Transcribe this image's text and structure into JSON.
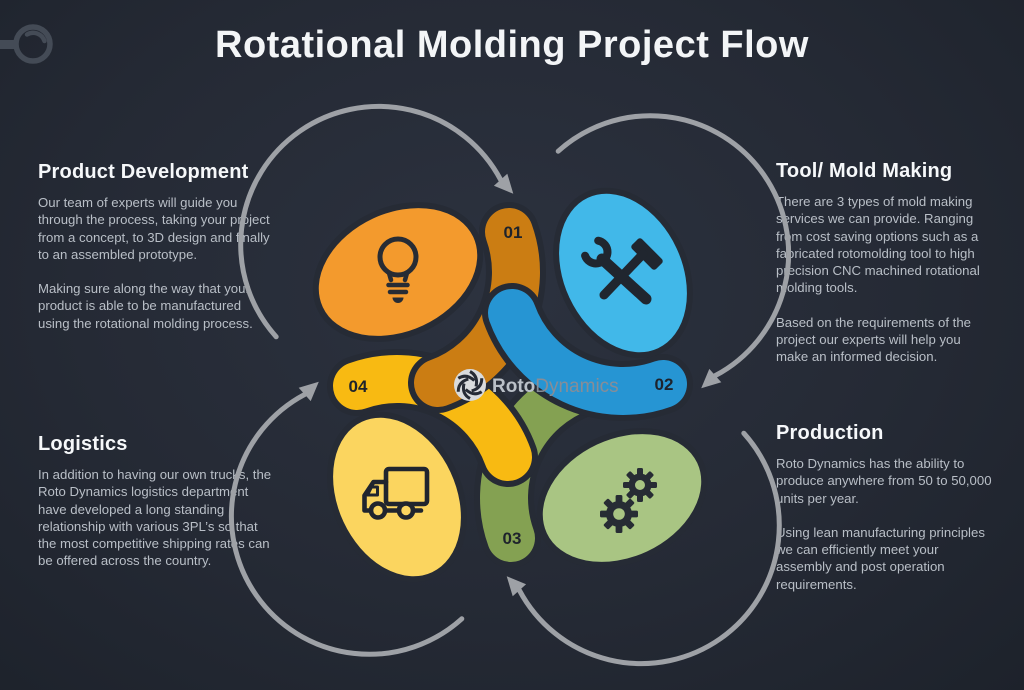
{
  "title": "Rotational Molding Project Flow",
  "brand": {
    "center_logo": {
      "bold": "Roto",
      "light": "Dynamics"
    }
  },
  "sections": {
    "product_development": {
      "heading": "Product Development",
      "paragraphs": [
        "Our team of experts will guide you through the process, taking your project from a concept, to 3D design and finally to an assembled prototype.",
        "Making sure along the way that your product is able to be manufactured using the rotational molding process."
      ]
    },
    "tool_mold_making": {
      "heading": "Tool/ Mold Making",
      "paragraphs": [
        "There are 3 types of mold making services we can provide. Ranging from cost saving options such as a fabricated rotomolding tool to high precision CNC machined rotational molding tools.",
        "Based on the requirements of the project our experts will help you make an informed decision."
      ]
    },
    "production": {
      "heading": "Production",
      "paragraphs": [
        "Roto Dynamics has the ability to produce anywhere from 50 to 50,000 units per year.",
        "Using lean manufacturing principles we can efficiently meet your assembly and post operation requirements."
      ]
    },
    "logistics": {
      "heading": "Logistics",
      "paragraphs": [
        "In addition to having our own trucks, the Roto Dynamics logistics department have developed a long standing relationship with various 3PL’s so that the most competitive shipping rates can be offered across the country."
      ]
    }
  },
  "diagram": {
    "flow_direction": "clockwise",
    "arrow_color": "#9ea1a6",
    "number_color": "#1e232c",
    "steps": [
      {
        "number": "01",
        "name": "Product Development",
        "icon": "lightbulb-icon",
        "color": "#f39a2d",
        "tail_color": "#cb7d13"
      },
      {
        "number": "02",
        "name": "Tool/ Mold Making",
        "icon": "tools-icon",
        "color": "#41b8e9",
        "tail_color": "#2695d3"
      },
      {
        "number": "03",
        "name": "Production",
        "icon": "gears-icon",
        "color": "#a9c583",
        "tail_color": "#84a152"
      },
      {
        "number": "04",
        "name": "Logistics",
        "icon": "truck-icon",
        "color": "#fbd55f",
        "tail_color": "#f8ba12"
      }
    ]
  }
}
